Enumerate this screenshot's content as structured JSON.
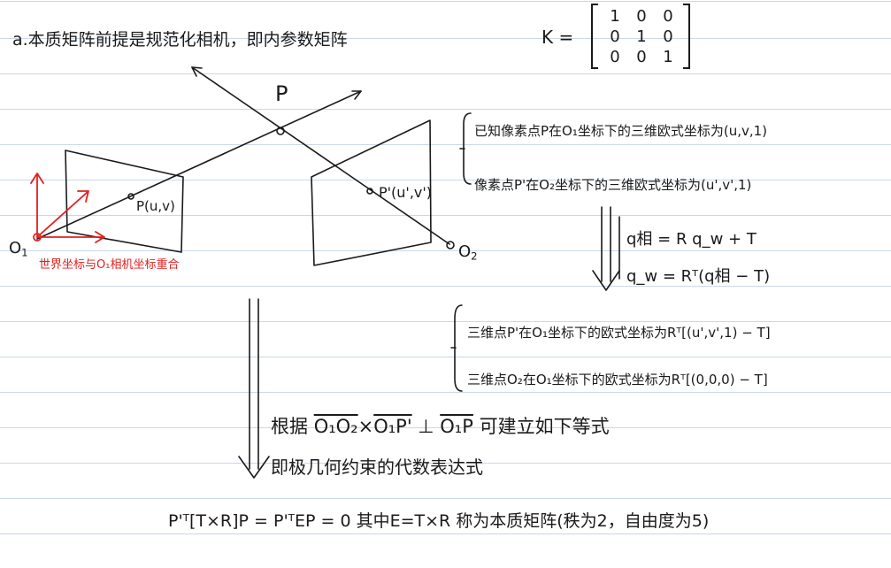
{
  "title_line": "a.本质矩阵前提是规范化相机，即内参数矩阵",
  "matrix": {
    "name": "K =",
    "rows": [
      [
        "1",
        "0",
        "0"
      ],
      [
        "0",
        "1",
        "0"
      ],
      [
        "0",
        "0",
        "1"
      ]
    ]
  },
  "diagram": {
    "point_P": "P",
    "point_p_left": "P(u,v)",
    "point_p_right": "P'(u',v')",
    "origin_left": "O",
    "origin_left_sub": "1",
    "origin_right": "O",
    "origin_right_sub": "2",
    "world_note": "世界坐标与O₁相机坐标重合"
  },
  "known": {
    "line1": "已知像素点P在O₁坐标下的三维欧式坐标为(u,v,1)",
    "line2": "像素点P'在O₂坐标下的三维欧式坐标为(u',v',1)"
  },
  "transform": {
    "eq1": "q相 = R q_w + T",
    "eq2": "q_w = Rᵀ(q相 − T)"
  },
  "derived": {
    "line1": "三维点P'在O₁坐标下的欧式坐标为Rᵀ[(u',v',1) − T]",
    "line2": "三维点O₂在O₁坐标下的欧式坐标为Rᵀ[(0,0,0) − T]"
  },
  "reason": {
    "prefix": "根据",
    "vec_a": "O₁O₂",
    "cross": "×",
    "vec_b": "O₁P'",
    "perp": "⊥",
    "vec_c": "O₁P",
    "suffix": "可建立如下等式"
  },
  "conclusion": "即极几何约束的代数表达式",
  "final_eq": "P'ᵀ[T×R]P = P'ᵀEP = 0   其中E=T×R 称为本质矩阵(秩为2，自由度为5)"
}
